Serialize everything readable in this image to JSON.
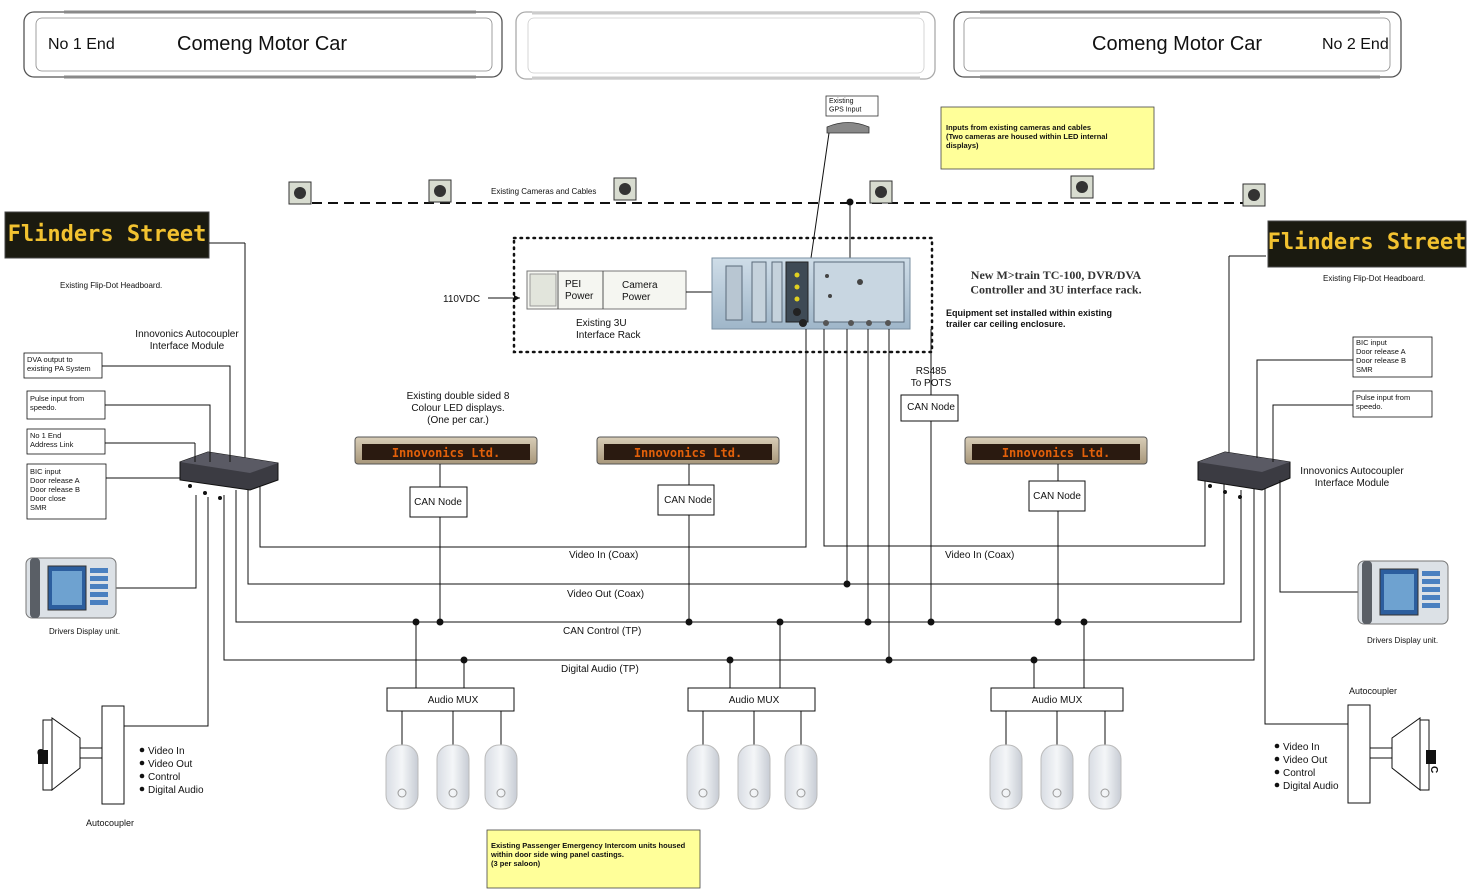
{
  "car_left": {
    "end": "No 1 End",
    "title": "Comeng Motor Car"
  },
  "car_right": {
    "end": "No 2 End",
    "title": "Comeng Motor Car"
  },
  "gps_label": "Existing\nGPS Input",
  "cameras_note": "Inputs from existing cameras and cables\n(Two cameras are housed within LED internal\ndisplays)",
  "cameras_label": "Existing Cameras and Cables",
  "headboard": {
    "text": "Flinders Street",
    "caption": "Existing Flip-Dot Headboard."
  },
  "rack": {
    "voltage": "110VDC",
    "pei_power": "PEI\nPower",
    "camera_power": "Camera\nPower",
    "caption": "Existing 3U\nInterface Rack"
  },
  "controller": {
    "title": "New M>train TC-100, DVR/DVA\nController and 3U interface rack.",
    "note": "Equipment set installed within existing\ntrailer car ceiling  enclosure."
  },
  "autocoupler_module": "Innovonics Autocoupler\nInterface Module",
  "left_inputs": [
    "DVA output to\nexisting PA System",
    "Pulse input from\nspeedo.",
    "No 1 End\nAddress Link",
    "BIC input\nDoor release A\nDoor release B\nDoor close\nSMR"
  ],
  "right_inputs": [
    "BIC input\nDoor release A\nDoor release B\nSMR",
    "Pulse input from\nspeedo."
  ],
  "led_display": {
    "caption": "Existing double sided 8\nColour LED displays.\n(One per car.)",
    "text": "Innovonics Ltd."
  },
  "rs485": "RS485\nTo POTS",
  "can_node": "CAN Node",
  "buses": {
    "video_in": "Video In (Coax)",
    "video_out": "Video Out (Coax)",
    "can_control": "CAN Control (TP)",
    "digital_audio": "Digital Audio (TP)"
  },
  "audio_mux": "Audio MUX",
  "drivers_display": "Drivers Display unit.",
  "autocoupler": {
    "label": "Autocoupler",
    "items": [
      "Video In",
      "Video Out",
      "Control",
      "Digital Audio"
    ]
  },
  "pei_note": "Existing Passenger Emergency Intercom units housed\nwithin door side wing panel castings.\n(3 per saloon)",
  "colors": {
    "note_fill": "#ffff99",
    "headboard_bg": "#1a1a10",
    "headboard_text": "#f2c230",
    "led_text": "#e2600a"
  }
}
